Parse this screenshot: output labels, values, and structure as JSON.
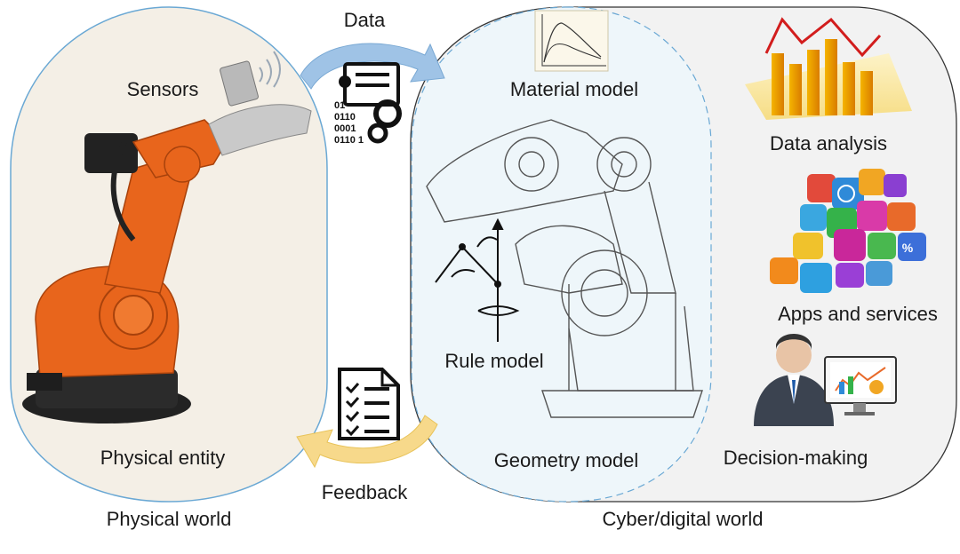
{
  "physical": {
    "sensors": "Sensors",
    "entity": "Physical entity",
    "world": "Physical world"
  },
  "flow": {
    "data": "Data",
    "feedback": "Feedback",
    "binary_lines": [
      "01",
      "0110",
      "0001",
      "0110 1"
    ]
  },
  "cyber": {
    "material_model": "Material model",
    "rule_model": "Rule model",
    "geometry_model": "Geometry model",
    "data_analysis": "Data analysis",
    "apps_services": "Apps and services",
    "decision_making": "Decision-making",
    "world": "Cyber/digital world"
  },
  "colors": {
    "robot_orange": "#e8651c",
    "physical_panel": "#f4efe6",
    "panel_border": "#6aa8d4",
    "data_arrow": "#9fc3e6",
    "feedback_arrow": "#f7d98b",
    "cyber_panel": "#f2f2f2"
  }
}
